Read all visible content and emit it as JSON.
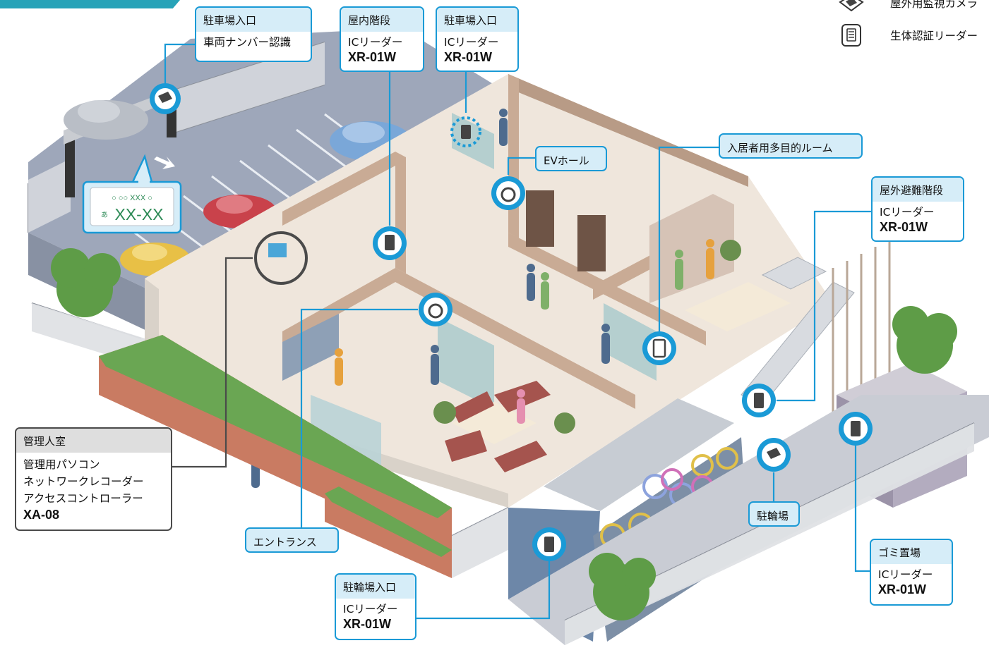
{
  "legend": {
    "camera_label": "屋外用監視カメラ",
    "reader_label": "生体認証リーダー"
  },
  "callouts": {
    "parking_entrance_lpr": {
      "title": "駐車場入口",
      "body": "車両ナンバー認識"
    },
    "indoor_stairs": {
      "title": "屋内階段",
      "line1": "ICリーダー",
      "model": "XR-01W"
    },
    "parking_entrance_ic": {
      "title": "駐車場入口",
      "line1": "ICリーダー",
      "model": "XR-01W"
    },
    "ev_hall": {
      "title": "EVホール"
    },
    "multipurpose_room": {
      "title": "入居者用多目的ルーム"
    },
    "outdoor_escape_stairs": {
      "title": "屋外避難階段",
      "line1": "ICリーダー",
      "model": "XR-01W"
    },
    "manager_room": {
      "title": "管理人室",
      "line1": "管理用パソコン",
      "line2": "ネットワークレコーダー",
      "line3": "アクセスコントローラー",
      "model": "XA-08"
    },
    "entrance": {
      "title": "エントランス"
    },
    "bicycle_parking": {
      "title": "駐輪場"
    },
    "bicycle_entrance": {
      "title": "駐輪場入口",
      "line1": "ICリーダー",
      "model": "XR-01W"
    },
    "garbage_area": {
      "title": "ゴミ置場",
      "line1": "ICリーダー",
      "model": "XR-01W"
    }
  },
  "license_plate": {
    "top": "○ ○○ XXX ○",
    "kana": "あ",
    "number": "XX-XX"
  },
  "colors": {
    "accent": "#1a9ad6",
    "header_fill": "#d6edf8",
    "manager_border": "#4a4a4a",
    "plate_green": "#2e8b57"
  }
}
